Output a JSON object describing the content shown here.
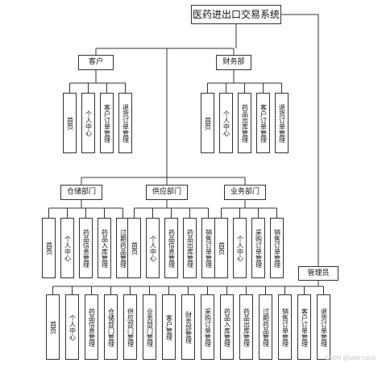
{
  "diagram": {
    "root": "医药进出口交易系统",
    "groups": [
      {
        "key": "kehu",
        "label": "客户",
        "children": [
          "首页",
          "个人中心",
          "客户订单管理",
          "退货订单管理"
        ]
      },
      {
        "key": "caiwu",
        "label": "财务部",
        "children": [
          "首页",
          "个人中心",
          "药品出库管理",
          "客户订单管理",
          "退货订单管理"
        ]
      },
      {
        "key": "cangchu",
        "label": "仓储部门",
        "children": [
          "首页",
          "个人中心",
          "药品信息管理",
          "药品入库管理",
          "过期药品管理"
        ]
      },
      {
        "key": "gongying",
        "label": "供应部门",
        "children": [
          "首页",
          "个人中心",
          "药品信息管理",
          "药品出库管理",
          "销售订单管理"
        ]
      },
      {
        "key": "yewu",
        "label": "业务部门",
        "children": [
          "首页",
          "个人中心",
          "采购订单管理",
          "销售订单管理"
        ]
      },
      {
        "key": "guanli",
        "label": "管理员",
        "children": [
          "首页",
          "个人中心",
          "药品信息管理",
          "仓储部门管理",
          "供应部门管理",
          "业务部门管理",
          "客户管理",
          "财务部管理",
          "采购订单管理",
          "药品入库管理",
          "药品出库管理",
          "过期药品管理",
          "销售订单管理",
          "客户订单管理",
          "退货订单管理"
        ]
      }
    ]
  },
  "watermark": "CSDN @sder-coco"
}
